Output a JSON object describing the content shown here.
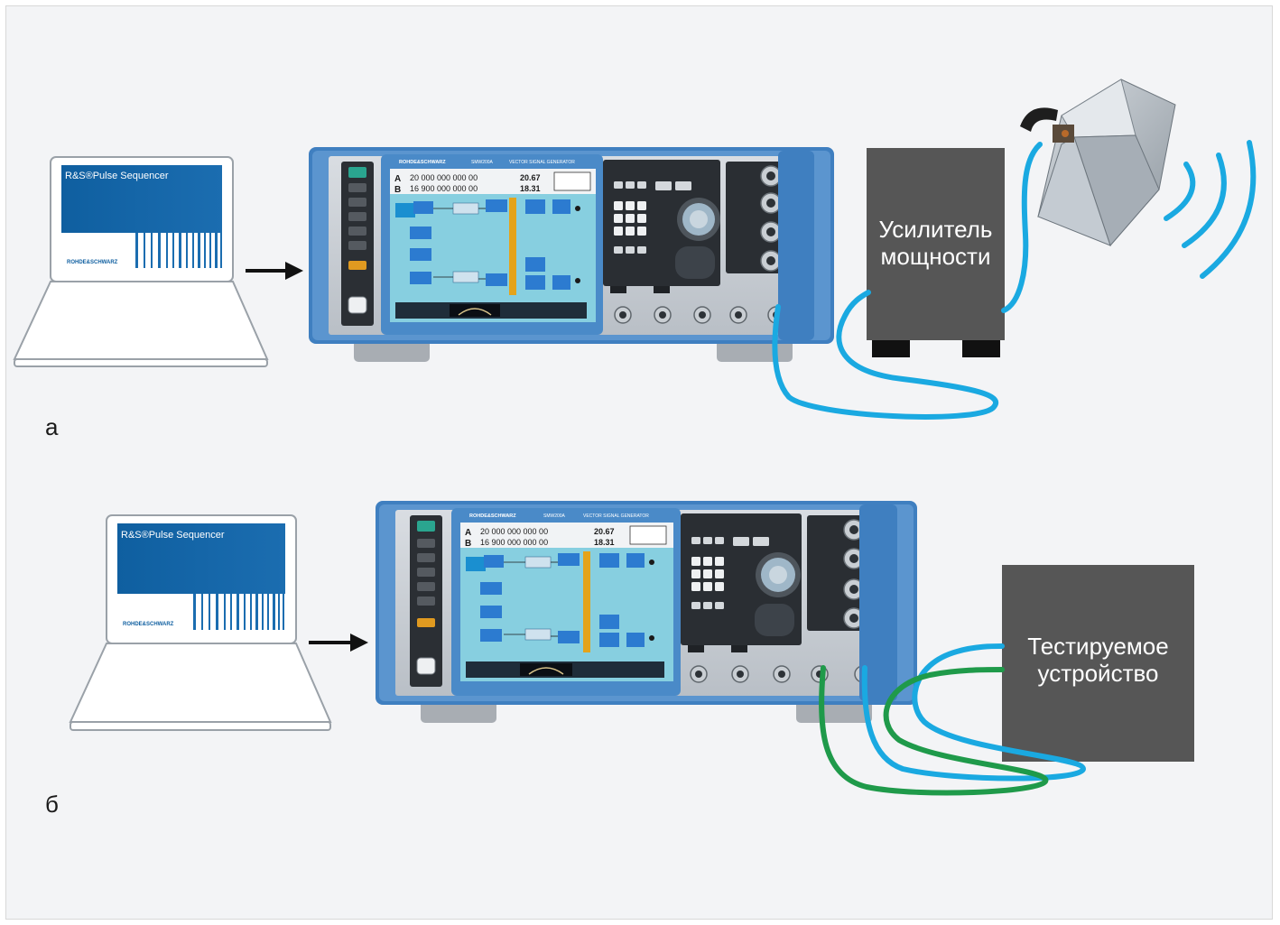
{
  "panel_a": {
    "caption": "а",
    "laptop_screen_title": "R&S®Pulse Sequencer",
    "laptop_brand": "ROHDE&SCHWARZ",
    "instrument_brand": "ROHDE&SCHWARZ",
    "instrument_model": "SMW200A",
    "instrument_type": "VECTOR SIGNAL GENERATOR",
    "freq_a": "20 000 000 000 00",
    "freq_b": "16 900 000 000 00",
    "level_a": "20.67",
    "level_b": "18.31",
    "box_line1": "Усилитель",
    "box_line2": "мощности"
  },
  "panel_b": {
    "caption": "б",
    "laptop_screen_title": "R&S®Pulse Sequencer",
    "laptop_brand": "ROHDE&SCHWARZ",
    "instrument_brand": "ROHDE&SCHWARZ",
    "instrument_model": "SMW200A",
    "instrument_type": "VECTOR SIGNAL GENERATOR",
    "freq_a": "20 000 000 000 00",
    "freq_b": "16 900 000 000 00",
    "level_a": "20.67",
    "level_b": "18.31",
    "box_line1": "Тестируемое",
    "box_line2": "устройство"
  },
  "colors": {
    "cable_blue": "#1aa9e1",
    "cable_green": "#1f9a4a",
    "box_gray": "#565656",
    "instrument_blue": "#3f7fc0",
    "laptop_screen_blue": "#0f5fa0"
  }
}
